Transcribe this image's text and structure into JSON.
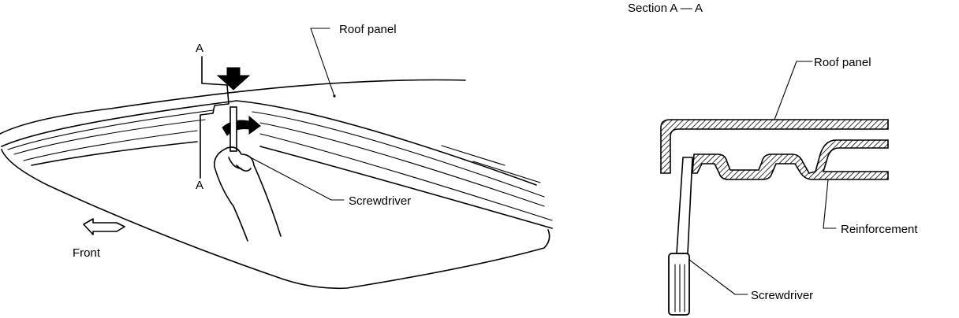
{
  "left_view": {
    "roof_panel_label": "Roof panel",
    "screwdriver_label": "Screwdriver",
    "front_label": "Front",
    "section_mark_top": "A",
    "section_mark_bottom": "A"
  },
  "right_view": {
    "section_title": "Section A — A",
    "roof_panel_label": "Roof panel",
    "reinforcement_label": "Reinforcement",
    "screwdriver_label": "Screwdriver"
  }
}
